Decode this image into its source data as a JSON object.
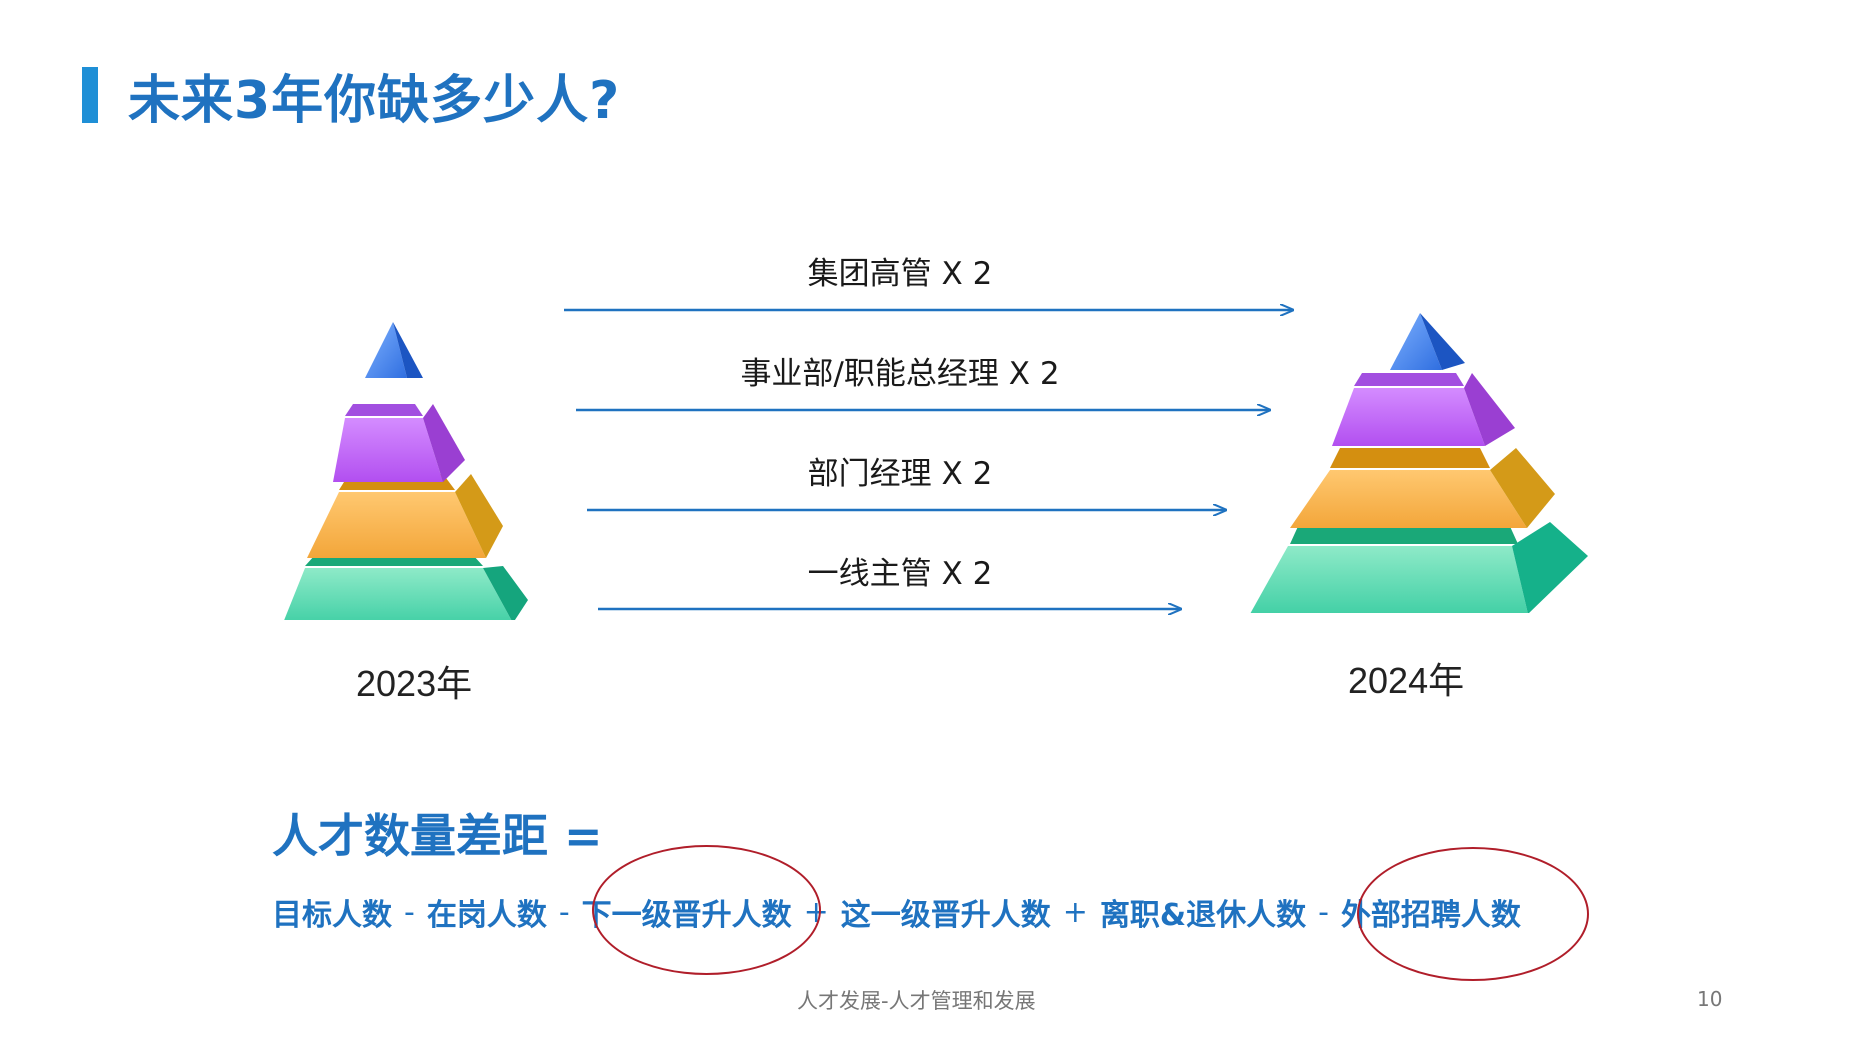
{
  "title": "未来3年你缺多少人?",
  "years": {
    "left": "2023年",
    "right": "2024年"
  },
  "arrows": [
    {
      "label": "集团高管  X  2"
    },
    {
      "label": "事业部/职能总经理  X  2"
    },
    {
      "label": "部门经理  X  2"
    },
    {
      "label": "一线主管  X  2"
    }
  ],
  "formula": {
    "title": "人才数量差距 =",
    "terms": [
      {
        "text": "目标人数"
      },
      {
        "op": "-"
      },
      {
        "text": "在岗人数"
      },
      {
        "op": "-"
      },
      {
        "text": "下一级晋升人数",
        "circled": true
      },
      {
        "op": "+"
      },
      {
        "text": "这一级晋升人数"
      },
      {
        "op": "+"
      },
      {
        "text": "离职&退休人数"
      },
      {
        "op": "-"
      },
      {
        "text": "外部招聘人数",
        "circled": true
      }
    ]
  },
  "footer": "人才发展-人才管理和发展",
  "page_number": "10",
  "colors": {
    "title": "#1f72c0",
    "title_bar": "#1f8fd6",
    "arrow": "#1f72c0",
    "circle": "#b01e2a",
    "tier_top": "#3a78e6",
    "tier_2": "#b44ae8",
    "tier_3": "#f0a830",
    "tier_bottom": "#26c29a"
  }
}
